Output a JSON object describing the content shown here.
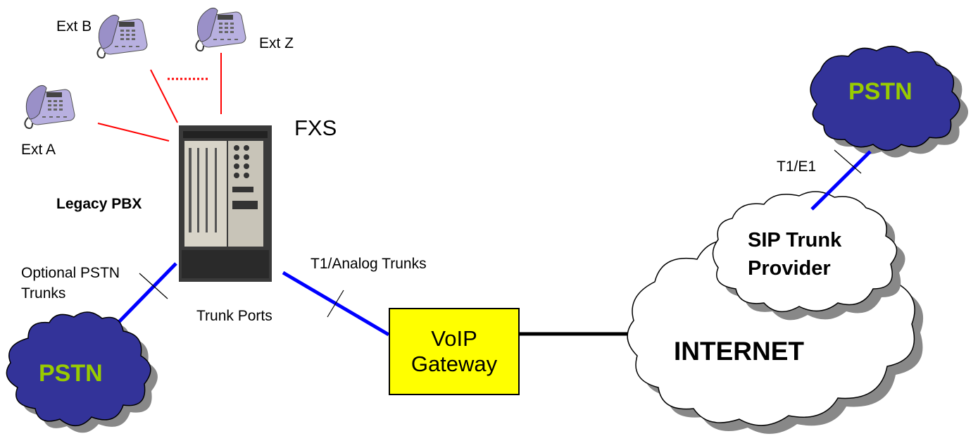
{
  "diagram": {
    "extensions": [
      {
        "id": "ext-a",
        "label": "Ext A"
      },
      {
        "id": "ext-b",
        "label": "Ext B"
      },
      {
        "id": "ext-z",
        "label": "Ext Z"
      }
    ],
    "pbx": {
      "label": "Legacy PBX",
      "port_label": "FXS",
      "trunk_ports_label": "Trunk Ports"
    },
    "optional_trunks": {
      "line1": "Optional PSTN",
      "line2": "Trunks"
    },
    "t1_analog": {
      "label": "T1/Analog Trunks"
    },
    "gateway": {
      "line1": "VoIP",
      "line2": "Gateway"
    },
    "internet": {
      "label": "INTERNET"
    },
    "sip_provider": {
      "line1": "SIP Trunk",
      "line2": "Provider"
    },
    "t1e1": {
      "label": "T1/E1"
    },
    "pstn_left": {
      "label": "PSTN"
    },
    "pstn_right": {
      "label": "PSTN"
    },
    "colors": {
      "extension_link": "#ff0000",
      "trunk_link": "#0000ff",
      "ip_link": "#000000",
      "pstn_cloud": "#333399",
      "pstn_text": "#99cc00",
      "gateway_fill": "#ffff00"
    }
  }
}
